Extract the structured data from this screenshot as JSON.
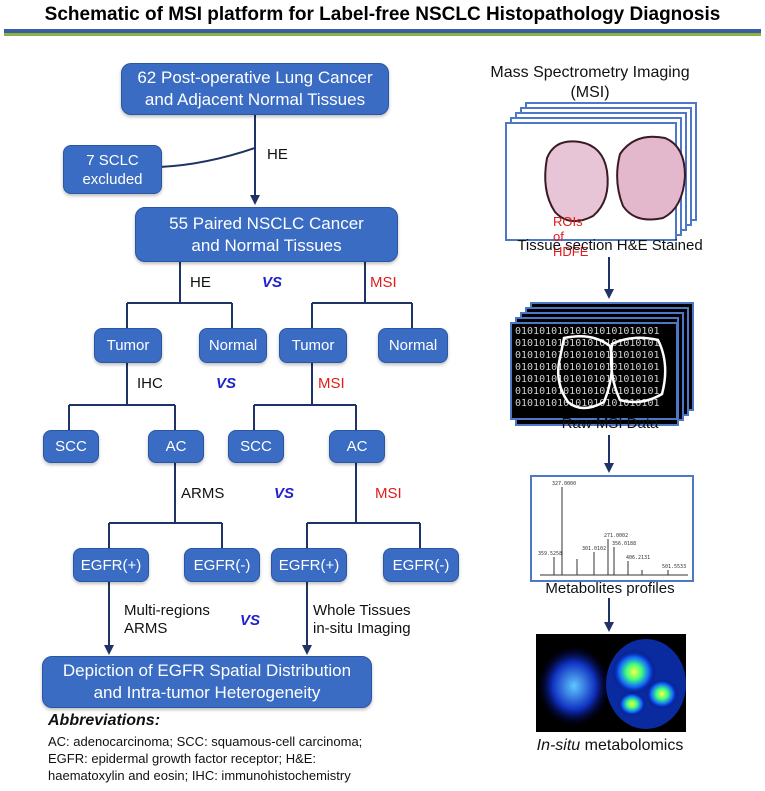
{
  "title": "Schematic of MSI platform for Label-free NSCLC Histopathology Diagnosis",
  "colors": {
    "box": "#3a6cc4",
    "vs": "#2222cc",
    "msi": "#e21b1b",
    "arrow": "#1f3366",
    "title_bar_blue": "#3d5ca8",
    "title_bar_green": "#8cb33f"
  },
  "left": {
    "start_box": "62 Post-operative Lung Cancer\nand Adjacent Normal Tissues",
    "excluded_box": "7 SCLC\nexcluded",
    "he_label_1": "HE",
    "paired_box": "55 Paired NSCLC Cancer\nand Normal Tissues",
    "he_label_2": "HE",
    "vs": "VS",
    "msi": "MSI",
    "tumor": "Tumor",
    "normal": "Normal",
    "ihc": "IHC",
    "scc": "SCC",
    "ac": "AC",
    "arms": "ARMS",
    "egfr_pos": "EGFR(+)",
    "egfr_neg": "EGFR(-)",
    "multi_regions": "Multi-regions\nARMS",
    "whole_tissues": "Whole Tissues\nin-situ Imaging",
    "final_box": "Depiction of EGFR Spatial Distribution\nand Intra-tumor Heterogeneity"
  },
  "abbreviations": {
    "heading": "Abbreviations:",
    "text": "AC: adenocarcinoma; SCC: squamous-cell carcinoma; EGFR: epidermal growth factor receptor; H&E: haematoxylin and eosin; IHC: immunohistochemistry"
  },
  "right": {
    "msi_title": "Mass Spectrometry Imaging\n(MSI)",
    "roi_label": "ROIs of HDFE",
    "he_caption": "Tissue section H&E Stained",
    "binary_text": "010101010101010101010101",
    "raw_caption": "Raw MSI Data",
    "spectrum_peaks": [
      "327.0000",
      "271.0002",
      "301.0102",
      "356.0188",
      "359.5258",
      "406.2131",
      "501.5533"
    ],
    "profiles_caption": "Metabolites profiles",
    "insitu_italic": "In-situ",
    "insitu_rest": " metabolomics"
  }
}
